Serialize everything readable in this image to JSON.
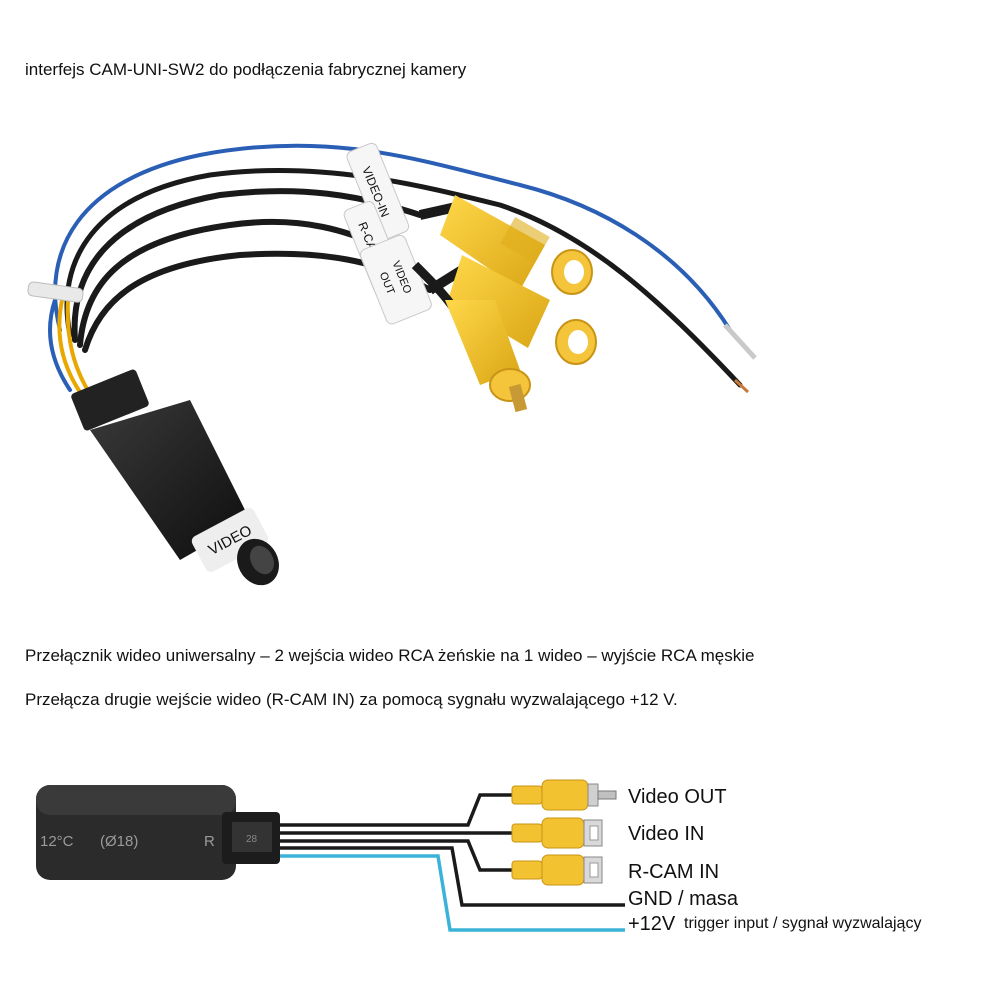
{
  "title": "interfejs CAM-UNI-SW2 do podłączenia fabrycznej kamery",
  "description": {
    "line1": "Przełącznik wideo uniwersalny – 2 wejścia wideo RCA żeńskie na 1 wideo – wyjście RCA męskie",
    "line2": "Przełącza drugie wejście wideo (R-CAM IN) za pomocą sygnału wyzwalającego +12 V."
  },
  "photo_labels": {
    "video_in_tag": "VIDEO-IN",
    "rcam_in_tag": "R-CAM-IN",
    "video_out_tag_1": "VIDEO",
    "video_out_tag_2": "OUT",
    "module_tag": "VIDEO"
  },
  "diagram": {
    "module_print_1": "12°C",
    "module_print_2": "(Ø18)",
    "module_print_3": "R",
    "connector_print": "28",
    "labels": {
      "video_out": "Video OUT",
      "video_in": "Video IN",
      "rcam_in": "R-CAM IN",
      "gnd": "GND / masa",
      "v12": "+12V",
      "v12_desc": "trigger input / sygnał wyzwalający"
    }
  },
  "colors": {
    "rca_yellow": "#f2c230",
    "wire_black": "#1a1a1a",
    "wire_blue": "#2a5fb5",
    "wire_cyan": "#3bb3d9"
  }
}
